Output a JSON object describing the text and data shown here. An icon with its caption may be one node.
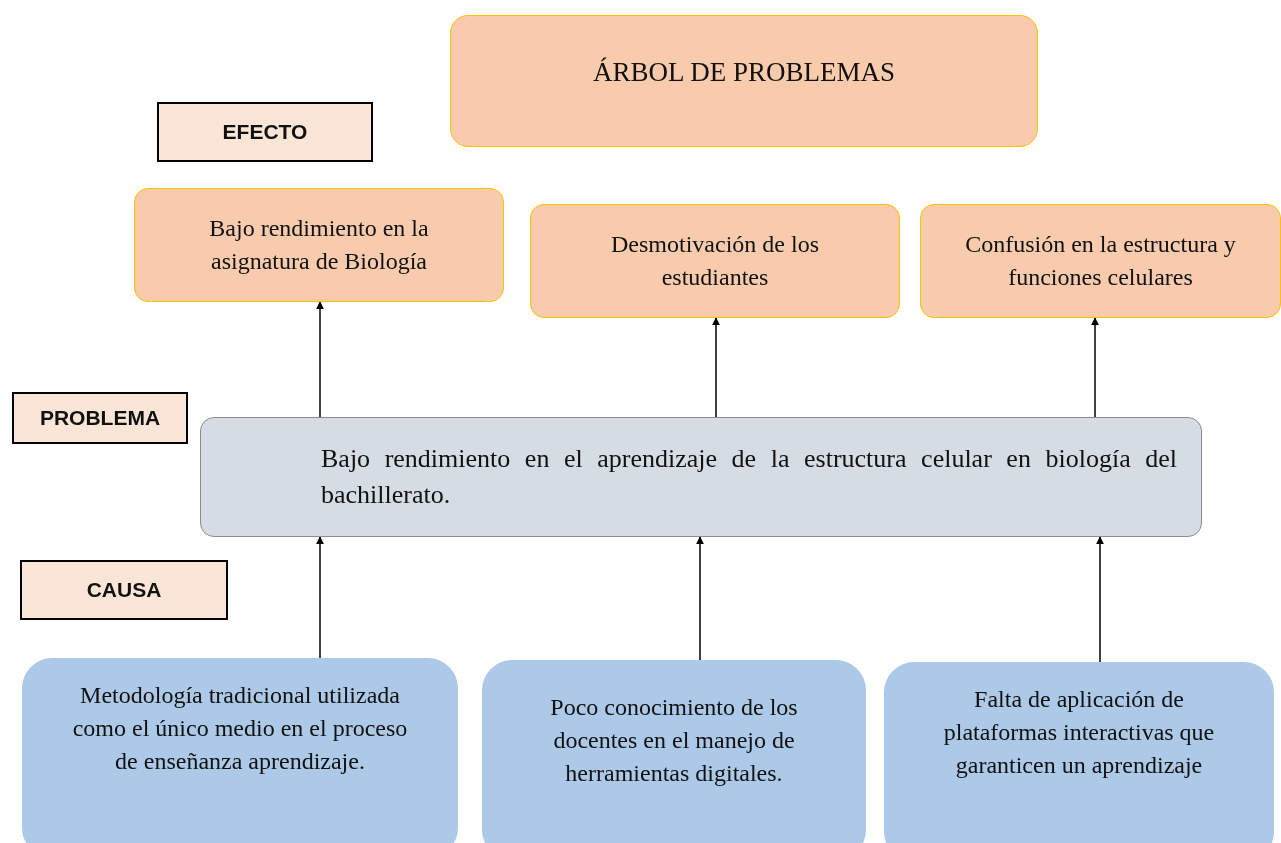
{
  "diagram": {
    "nodes": [
      {
        "text": [
          "ÁRBOL DE PROBLEMAS"
        ]
      },
      {
        "text": [
          "EFECTO"
        ]
      },
      {
        "text": [
          "Bajo rendimiento en la asignatura de Biología"
        ]
      },
      {
        "text": [
          "Desmotivación de los estudiantes"
        ]
      },
      {
        "text": [
          "Confusión en la estructura y funciones celulares"
        ]
      },
      {
        "text": [
          "PROBLEMA"
        ]
      },
      {
        "text": [
          "Bajo rendimiento en el aprendizaje de la estructura celular en biología del bachillerato."
        ]
      },
      {
        "text": [
          "CAUSA"
        ]
      },
      {
        "text": [
          "Metodología tradicional utilizada como el único medio en el proceso de enseñanza aprendizaje."
        ]
      },
      {
        "text": [
          "Poco conocimiento de los docentes en el manejo de herramientas digitales."
        ]
      },
      {
        "text": [
          "Falta de aplicación de plataformas interactivas que garanticen un aprendizaje"
        ]
      }
    ],
    "edges": [
      {
        "from": 6,
        "to": 2,
        "arrow": "to"
      },
      {
        "from": 6,
        "to": 3,
        "arrow": "to"
      },
      {
        "from": 6,
        "to": 4,
        "arrow": "to"
      },
      {
        "from": 8,
        "to": 6,
        "arrow": "to"
      },
      {
        "from": 9,
        "to": 6,
        "arrow": "to"
      },
      {
        "from": 10,
        "to": 6,
        "arrow": "to"
      }
    ]
  }
}
